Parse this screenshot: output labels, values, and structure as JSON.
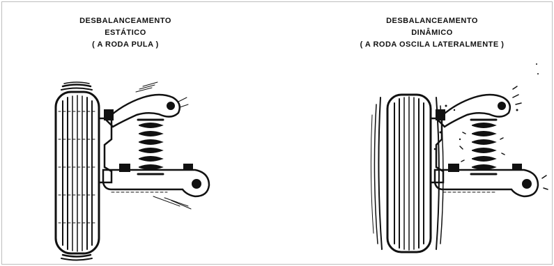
{
  "left_panel": {
    "title": "DESBALANCEAMENTO",
    "subtitle": "ESTÁTICO",
    "note": "( A RODA PULA )"
  },
  "right_panel": {
    "title": "DESBALANCEAMENTO",
    "subtitle": "DINÂMICO",
    "note": "( A RODA  OSCILA  LATERALMENTE )"
  },
  "colors": {
    "ink": "#111111",
    "background": "#ffffff"
  }
}
